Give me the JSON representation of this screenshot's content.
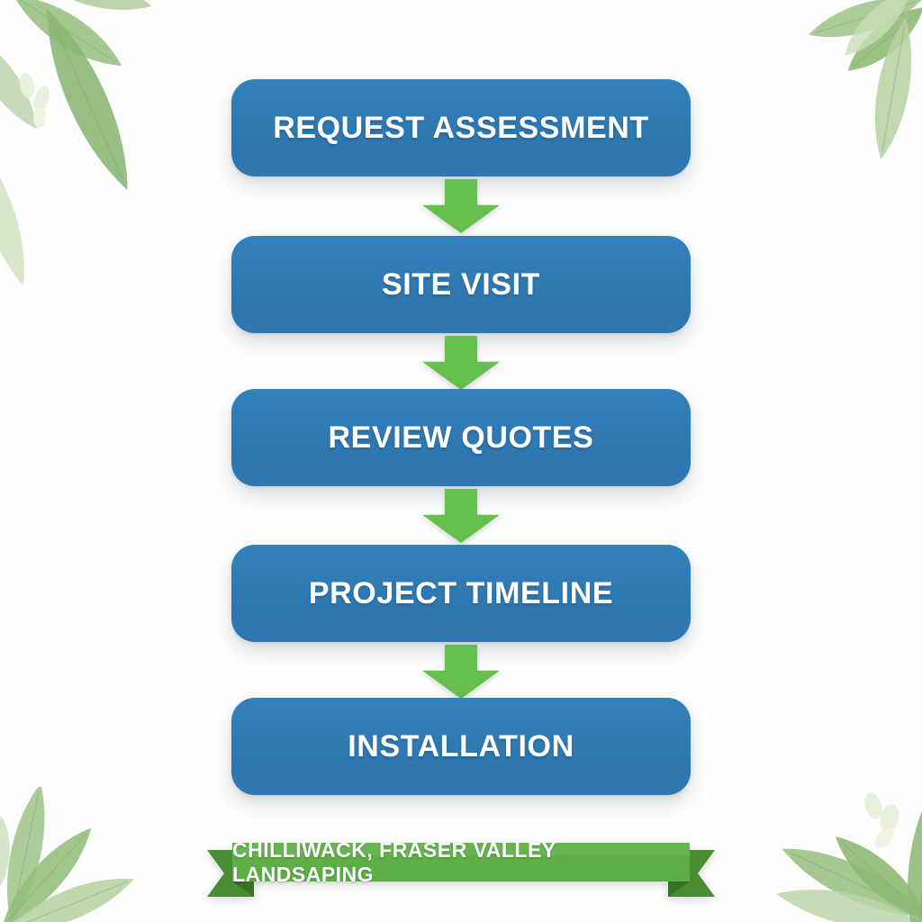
{
  "flow": {
    "steps": [
      {
        "label": "REQUEST ASSESSMENT"
      },
      {
        "label": "SITE VISIT"
      },
      {
        "label": "REVIEW QUOTES"
      },
      {
        "label": "PROJECT TIMELINE"
      },
      {
        "label": "INSTALLATION"
      }
    ]
  },
  "banner": {
    "label": "CHILLIWACK, FRASER VALLEY LANDSAPING"
  },
  "icons": {
    "connector": "down-arrow"
  },
  "colors": {
    "step_box": "#2e77b0",
    "arrow": "#67c04d",
    "ribbon": "#5dae46",
    "ribbon_fold": "#4a8c33",
    "ribbon_fold_dark": "#3a7026",
    "leaf": "#a6c892",
    "leaf_pale": "#e8efdc",
    "background": "#fcfdfc",
    "text": "#ffffff"
  }
}
